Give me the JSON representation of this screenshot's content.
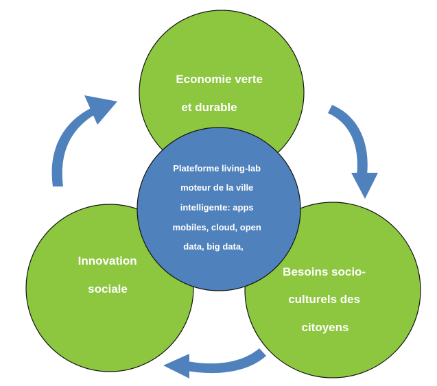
{
  "colors": {
    "green": "#8dc63f",
    "blue": "#4f81bd",
    "outline": "#111111",
    "text": "#ffffff"
  },
  "nodes": {
    "top": {
      "lines": [
        "Economie verte",
        "et durable"
      ]
    },
    "left": {
      "lines": [
        "Innovation",
        "sociale"
      ]
    },
    "right": {
      "lines": [
        "Besoins socio-",
        "culturels des",
        "citoyens"
      ]
    },
    "center": {
      "lines": [
        "Plateforme living-lab",
        "moteur de la ville",
        "intelligente: apps",
        "mobiles, cloud, open",
        "data, big data,"
      ]
    }
  },
  "arrows": [
    "left-to-top",
    "top-to-right",
    "right-to-left"
  ]
}
